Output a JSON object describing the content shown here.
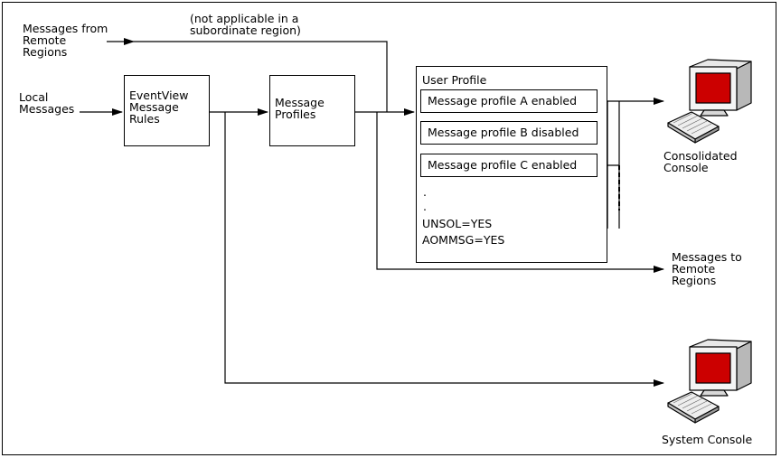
{
  "labels": {
    "messages_from_remote": "Messages from\nRemote\nRegions",
    "not_applicable": "(not applicable in a\nsubordinate region)",
    "local_messages": "Local\nMessages",
    "eventview_rules": "EventView\nMessage\nRules",
    "message_profiles": "Message\nProfiles",
    "user_profile_title": "User Profile",
    "profile_a": "Message profile A enabled",
    "profile_b": "Message profile B disabled",
    "profile_c": "Message profile C enabled",
    "dot1": ".",
    "dot2": ".",
    "unsol": "UNSOL=YES",
    "aommsg": "AOMMSG=YES",
    "consolidated_console": "Consolidated\nConsole",
    "messages_to_remote": "Messages to\nRemote\nRegions",
    "system_console": "System Console"
  },
  "icons": {
    "consolidated": "computer-icon",
    "system": "computer-icon"
  },
  "colors": {
    "screen": "#cc0000",
    "monitor_body": "#ffffff",
    "line": "#000000"
  }
}
